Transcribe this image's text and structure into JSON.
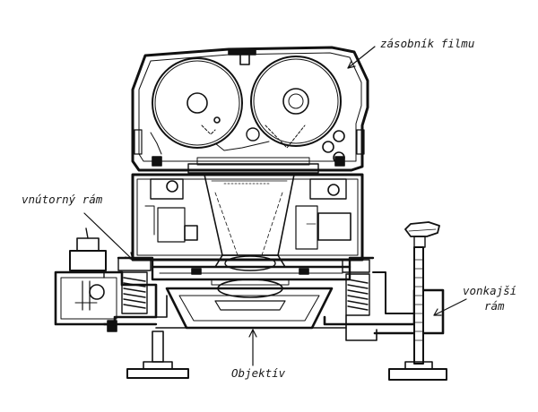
{
  "labels": {
    "film_magazine": "zásobník filmu",
    "inner_frame": "vnútorný rám",
    "outer_frame_line1": "vonkajší",
    "outer_frame_line2": "rám",
    "lens": "Objektív"
  },
  "colors": {
    "ink": "#111111",
    "background": "#ffffff",
    "shade": "#9a9a9a"
  }
}
